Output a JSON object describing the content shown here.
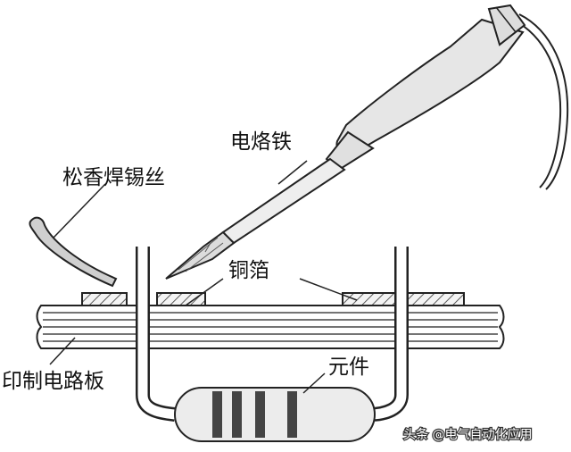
{
  "labels": {
    "soldering_iron": "电烙铁",
    "rosin_solder_wire": "松香焊锡丝",
    "copper_foil": "铜箔",
    "pcb": "印制电路板",
    "component": "元件"
  },
  "watermark": "头条 @电气自动化应用",
  "colors": {
    "line": "#222222",
    "fill": "#e9e9e9",
    "stripe": "#444444"
  }
}
